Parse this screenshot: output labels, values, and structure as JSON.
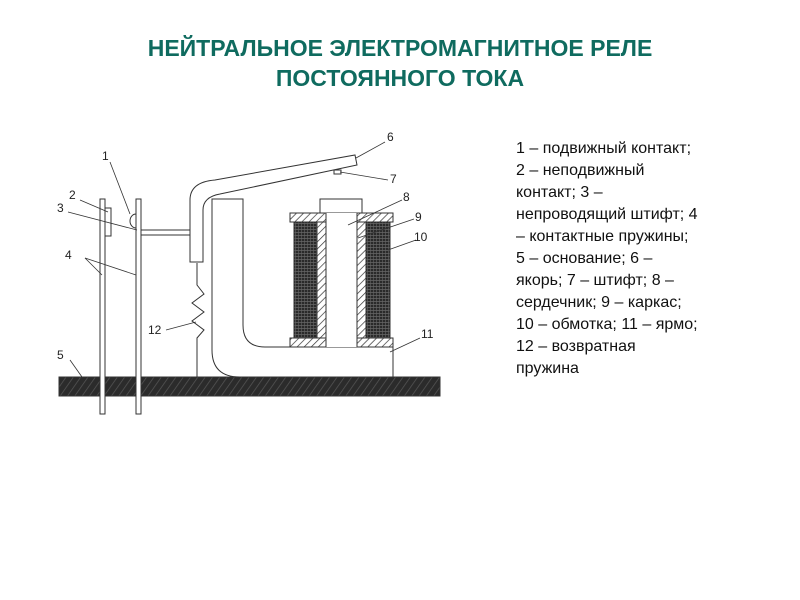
{
  "title": {
    "line1": "НЕЙТРАЛЬНОЕ ЭЛЕКТРОМАГНИТНОЕ РЕЛЕ",
    "line2": "ПОСТОЯННОГО ТОКА"
  },
  "diagram": {
    "labels": {
      "l1": "1",
      "l2": "2",
      "l3": "3",
      "l4": "4",
      "l5": "5",
      "l6": "6",
      "l7": "7",
      "l8": "8",
      "l9": "9",
      "l10": "10",
      "l11": "11",
      "l12": "12"
    }
  },
  "legend": {
    "lines": [
      "1 – подвижный контакт;",
      "2 – неподвижный",
      "контакт; 3 –",
      "непроводящий штифт; 4",
      "– контактные пружины;",
      "5 – основание; 6 –",
      "якорь; 7 – штифт; 8 –",
      "сердечник; 9 – каркас;",
      "10 – обмотка; 11 – ярмо;",
      "12 – возвратная",
      "пружина"
    ]
  },
  "colors": {
    "title": "#0f6b5f"
  }
}
